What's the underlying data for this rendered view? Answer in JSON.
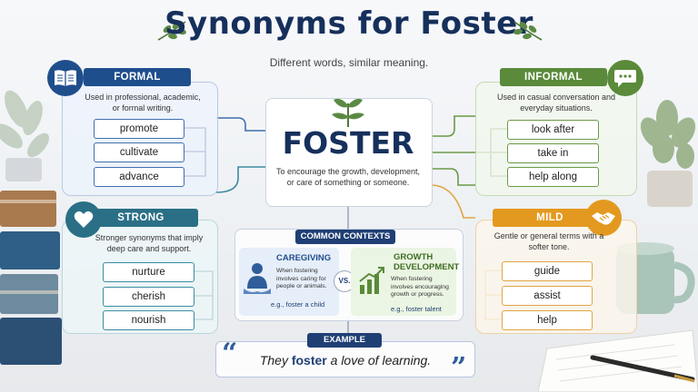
{
  "title": "Synonyms for Foster",
  "subtitle": "Different words, similar meaning.",
  "center": {
    "word": "FOSTER",
    "definition": "To encourage the growth, development, or care of something or someone."
  },
  "formal": {
    "label": "FORMAL",
    "description": "Used in professional, academic, or formal writing.",
    "words": [
      "promote",
      "cultivate",
      "advance"
    ],
    "color": "#1f4e8c"
  },
  "strong": {
    "label": "STRONG",
    "description": "Stronger synonyms that imply deep care and support.",
    "words": [
      "nurture",
      "cherish",
      "nourish"
    ],
    "color": "#2a6f86"
  },
  "informal": {
    "label": "INFORMAL",
    "description": "Used in casual conversation and everyday situations.",
    "words": [
      "look after",
      "take in",
      "help along"
    ],
    "color": "#5a8a3a"
  },
  "mild": {
    "label": "MILD",
    "description": "Gentle or general terms with a softer tone.",
    "words": [
      "guide",
      "assist",
      "help"
    ],
    "color": "#e3991f"
  },
  "contexts": {
    "label": "COMMON CONTEXTS",
    "vs": "VS.",
    "caregiving": {
      "title": "CAREGIVING",
      "text": "When fostering involves caring for people or animals.",
      "example": "e.g., foster a child"
    },
    "growth": {
      "title_line1": "GROWTH",
      "title_line2": "DEVELOPMENT",
      "text": "When fostering involves encouraging growth or progress.",
      "example": "e.g., foster talent"
    }
  },
  "example": {
    "label": "EXAMPLE",
    "before": "They ",
    "keyword": "foster",
    "after": " a love of learning.",
    "open_quote": "“",
    "close_quote": "”"
  },
  "icons": [
    "leaf-sprig-icon",
    "book-icon",
    "speech-bubble-icon",
    "heart-icon",
    "handshake-icon",
    "sprout-icon",
    "caregiver-icon",
    "growth-chart-icon"
  ]
}
